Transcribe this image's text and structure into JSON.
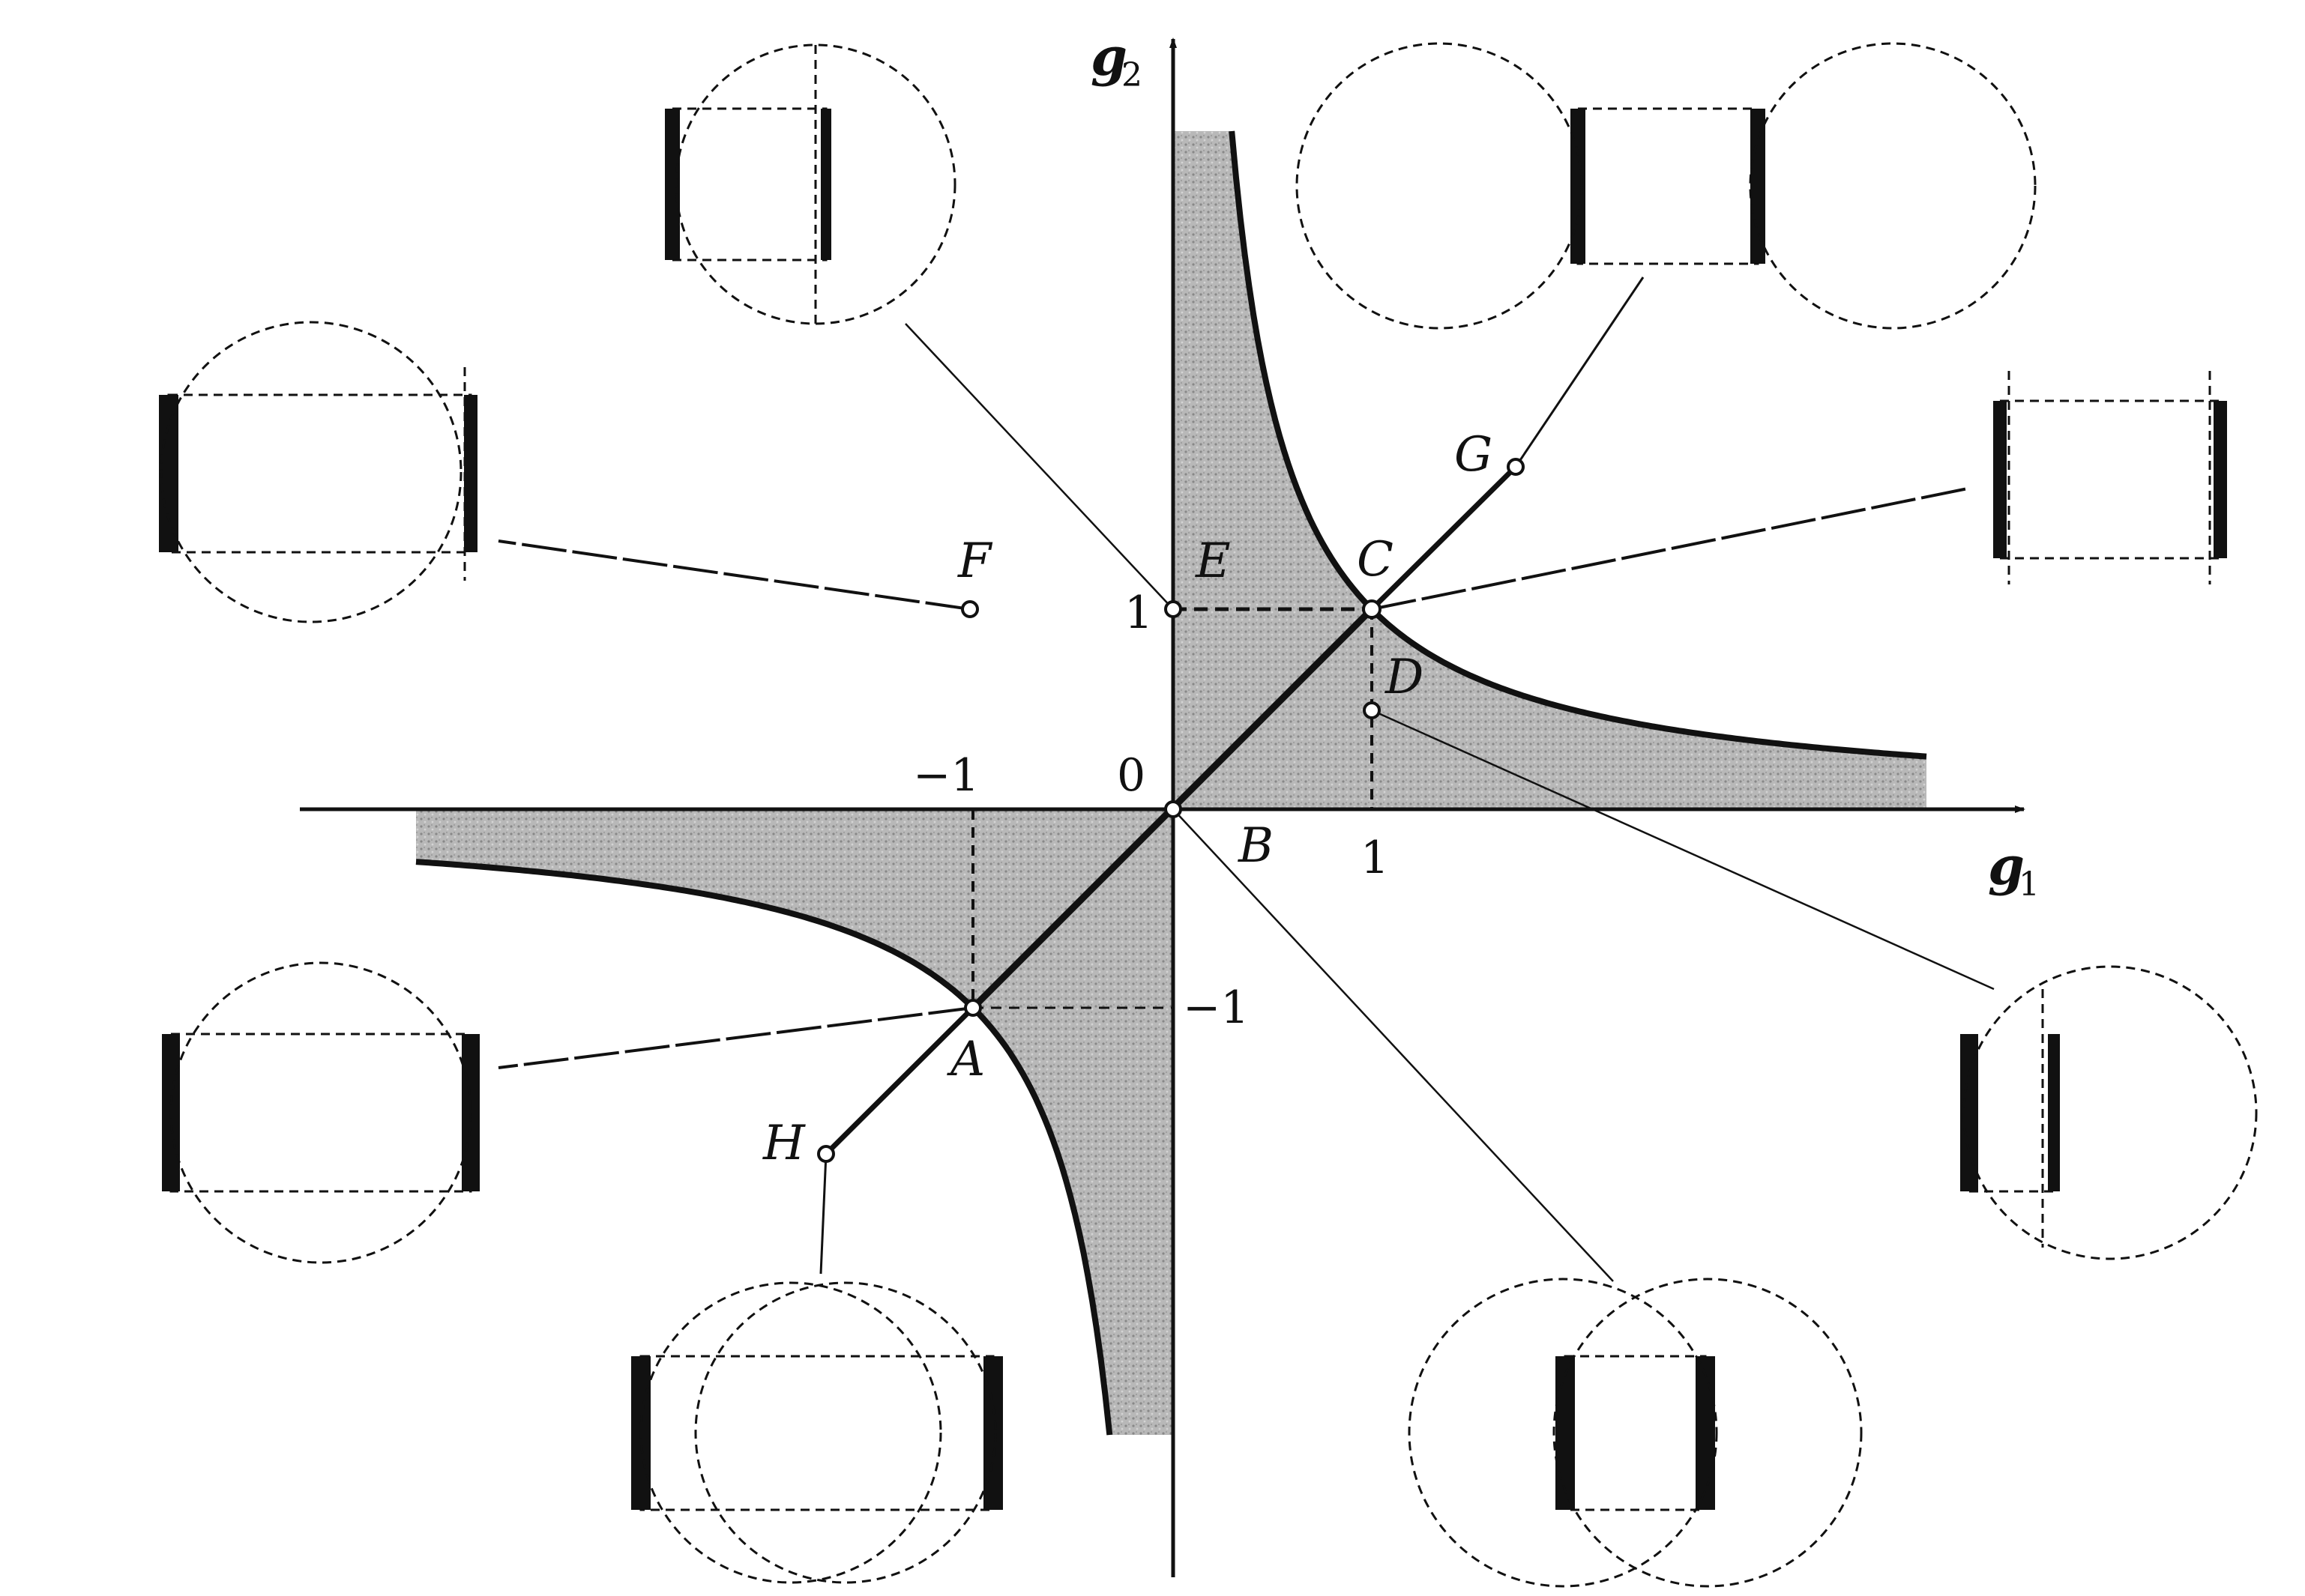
{
  "axes": {
    "x_label": "g",
    "x_subscript": "1",
    "y_label": "g",
    "y_subscript": "2"
  },
  "ticks": {
    "origin": "0",
    "x_pos": "1",
    "x_neg": "−1",
    "y_pos": "1",
    "y_neg": "−1"
  },
  "points": {
    "A": "A",
    "B": "B",
    "C": "C",
    "D": "D",
    "E": "E",
    "F": "F",
    "G": "G",
    "H": "H"
  },
  "colors": {
    "ink": "#111111",
    "stable_region": "#b5b5b5"
  }
}
